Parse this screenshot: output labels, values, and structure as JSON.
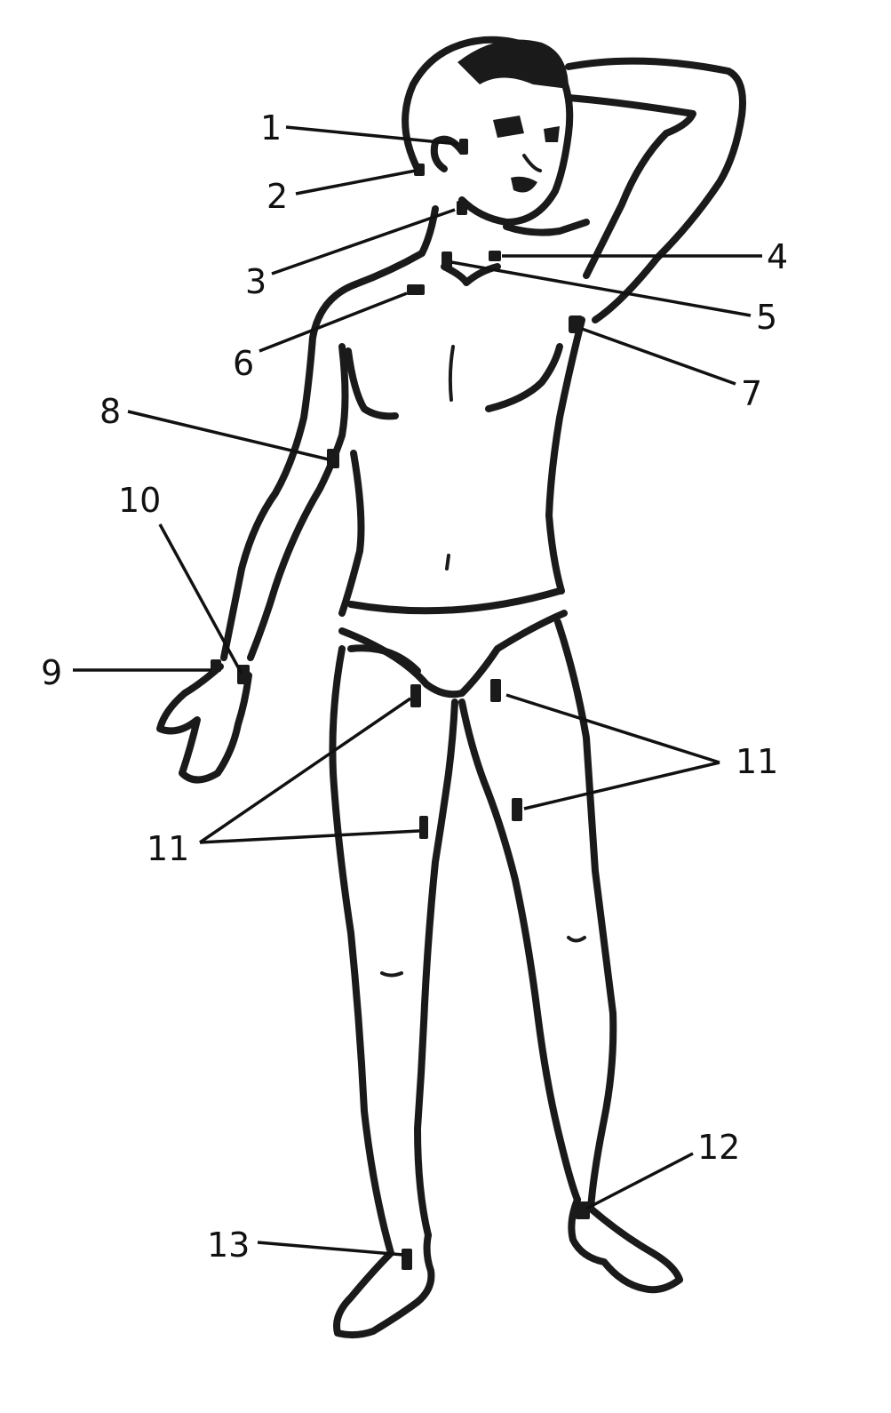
{
  "diagram": {
    "labels": [
      {
        "id": "1",
        "text": "1"
      },
      {
        "id": "2",
        "text": "2"
      },
      {
        "id": "3",
        "text": "3"
      },
      {
        "id": "4",
        "text": "4"
      },
      {
        "id": "5",
        "text": "5"
      },
      {
        "id": "6",
        "text": "6"
      },
      {
        "id": "7",
        "text": "7"
      },
      {
        "id": "8",
        "text": "8"
      },
      {
        "id": "10",
        "text": "10"
      },
      {
        "id": "9",
        "text": "9"
      },
      {
        "id": "11a",
        "text": "11"
      },
      {
        "id": "11b",
        "text": "11"
      },
      {
        "id": "12",
        "text": "12"
      },
      {
        "id": "13",
        "text": "13"
      }
    ]
  }
}
